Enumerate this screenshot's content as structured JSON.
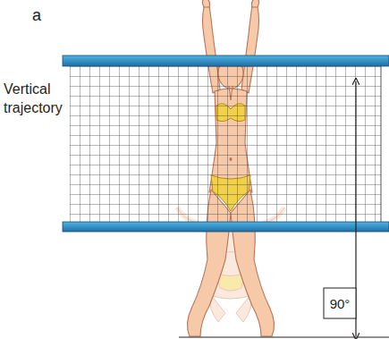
{
  "diagram": {
    "labels": [
      "a",
      "Vertical trajectory",
      "90°"
    ]
  }
}
